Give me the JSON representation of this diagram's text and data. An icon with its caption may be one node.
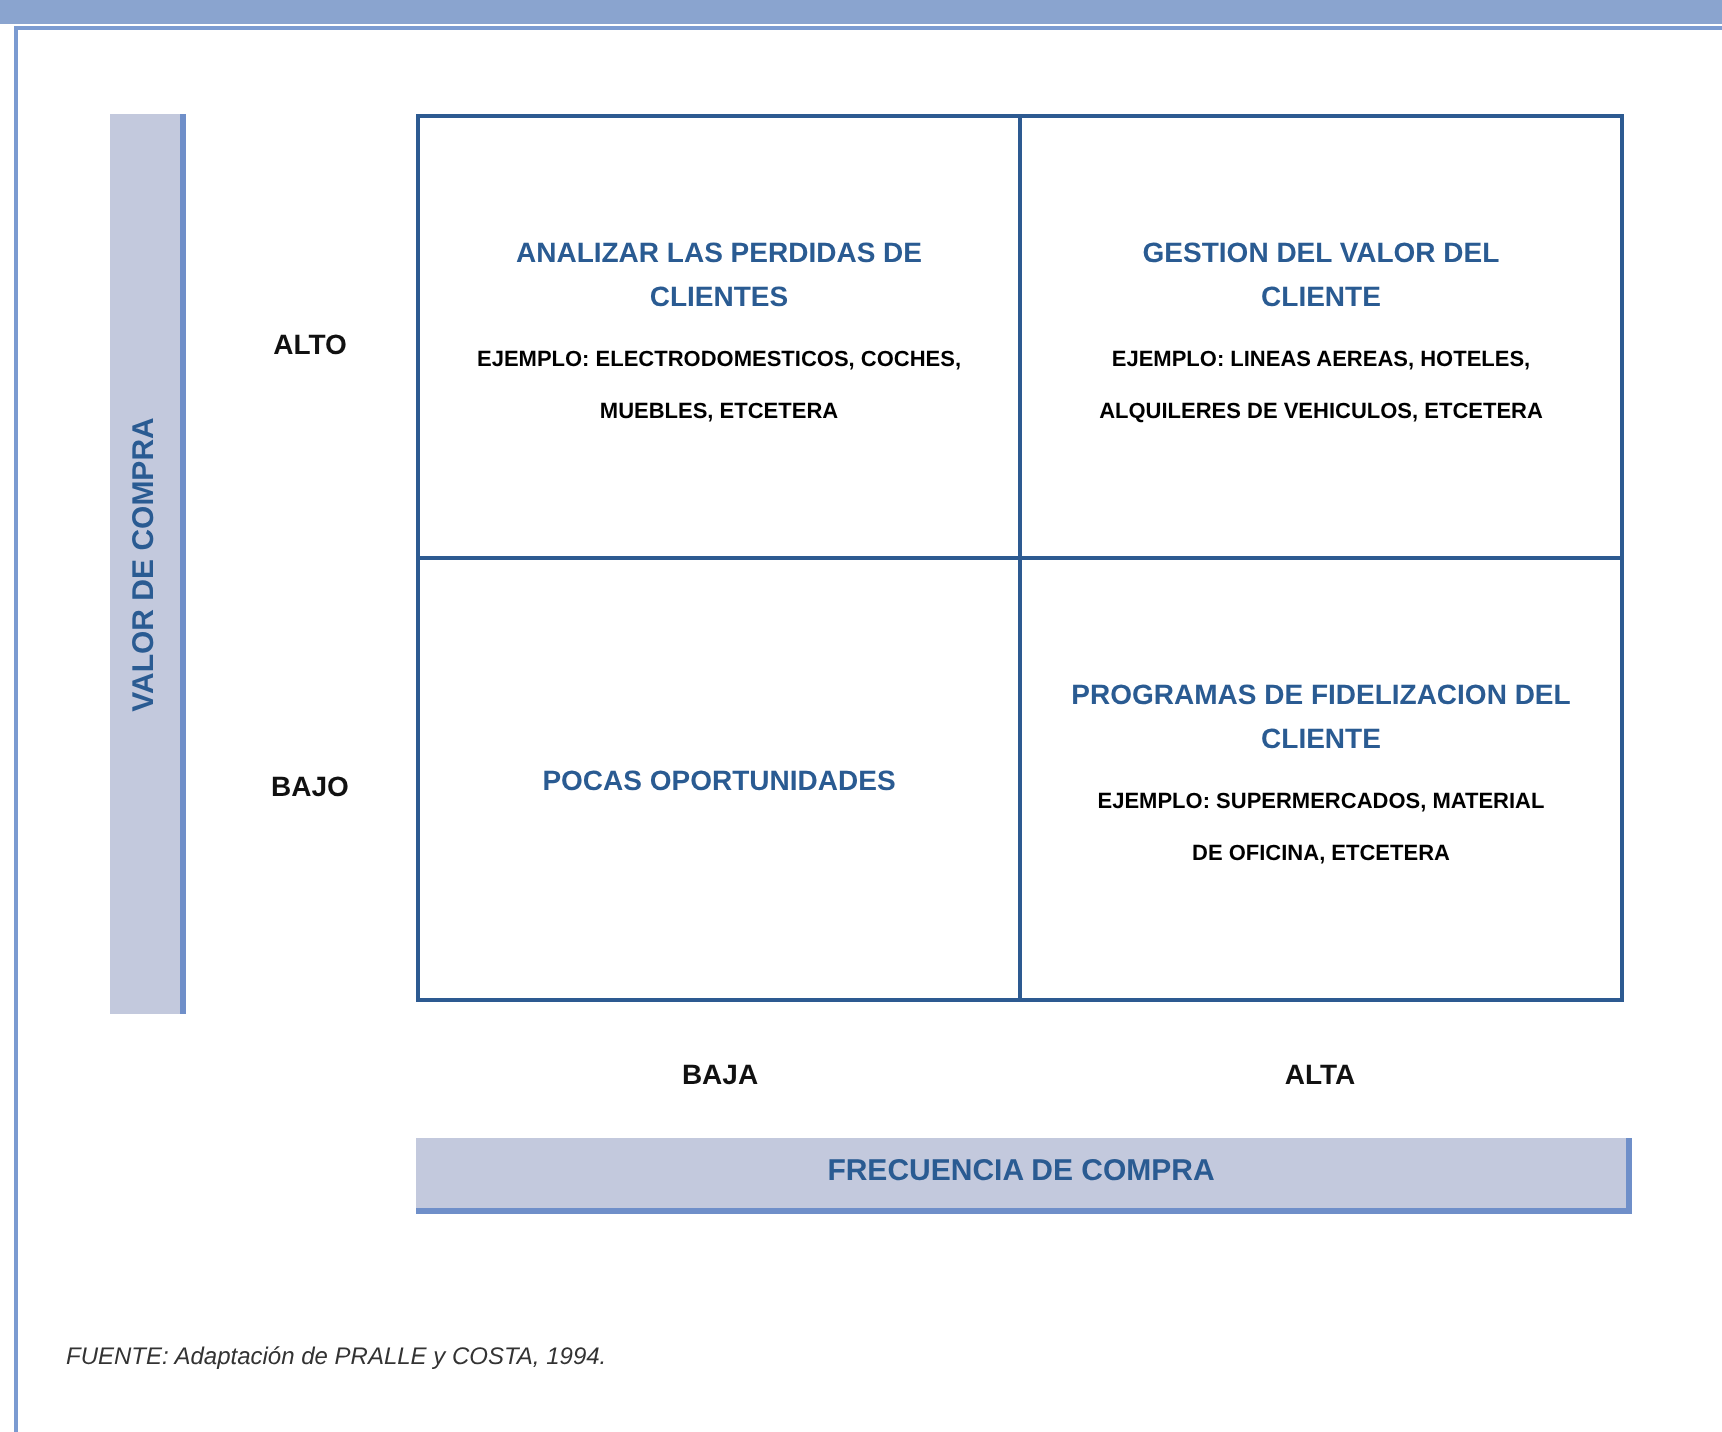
{
  "diagram": {
    "caption": "FUENTE: Adaptación de PRALLE y COSTA, 1994.",
    "nodes": [
      {
        "text": [
          "VALOR DE COMPRA"
        ]
      },
      {
        "text": [
          "ANALIZAR LAS PERDIDAS DE CLIENTES",
          "EJEMPLO: ELECTRODOMESTICOS, COCHES, MUEBLES, ETCETERA"
        ]
      },
      {
        "text": [
          "GESTION DEL VALOR DEL CLIENTE",
          "EJEMPLO: LINEAS AEREAS, HOTELES, ALQUILERES DE VEHICULOS, ETCETERA"
        ]
      },
      {
        "text": [
          "POCAS OPORTUNIDADES"
        ]
      },
      {
        "text": [
          "PROGRAMAS DE FIDELIZACION DEL CLIENTE",
          "EJEMPLO: SUPERMERCADOS, MATERIAL DE OFICINA, ETCETERA"
        ]
      },
      {
        "text": [
          "FRECUENCIA DE COMPRA"
        ]
      }
    ],
    "labels": [
      "ALTO",
      "BAJO",
      "BAJA",
      "ALTA"
    ]
  }
}
